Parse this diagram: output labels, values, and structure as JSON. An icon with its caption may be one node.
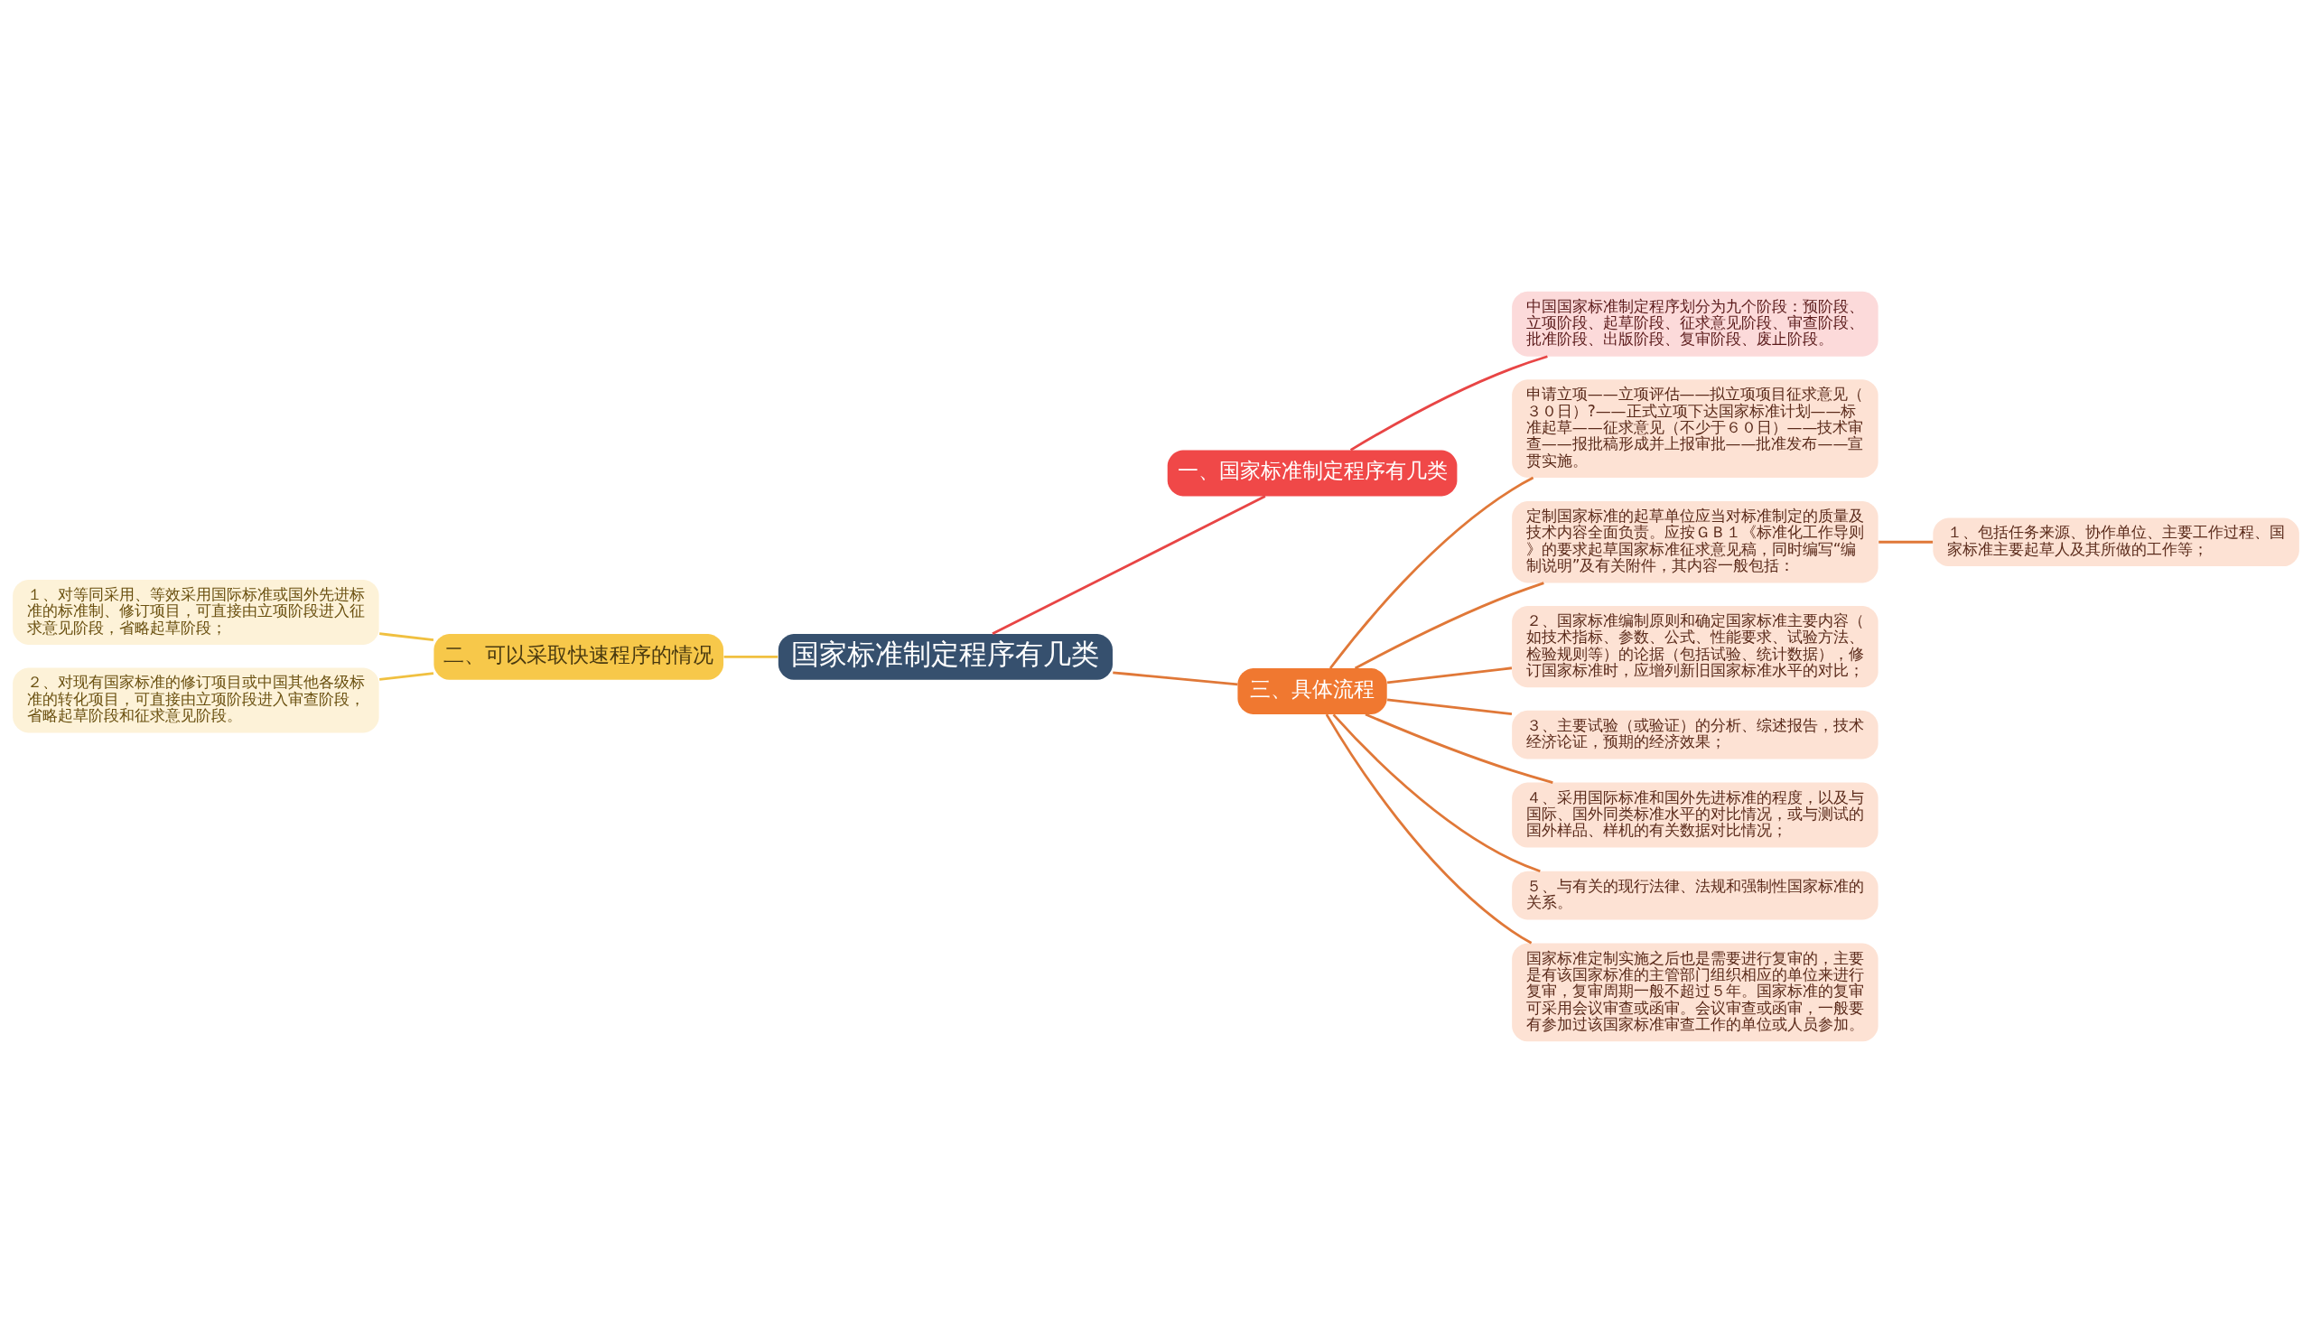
{
  "diagram": {
    "nodes": [
      {
        "text": [
          "国家标准制定程序有几类"
        ]
      },
      {
        "text": [
          "一、国家标准制定程序有几类"
        ]
      },
      {
        "text": [
          "中国国家标准制定程序划分为九个阶段：预阶段、立项阶段、起草阶段、征求意见阶段、审查阶段、批准阶段、出版阶段、复审阶段、废止阶段。"
        ]
      },
      {
        "text": [
          "二、可以采取快速程序的情况"
        ]
      },
      {
        "text": [
          "１、对等同采用、等效采用国际标准或国外先进标准的标准制、修订项目，可直接由立项阶段进入征求意见阶段，省略起草阶段；"
        ]
      },
      {
        "text": [
          "２、对现有国家标准的修订项目或中国其他各级标准的转化项目，可直接由立项阶段进入审查阶段，省略起草阶段和征求意见阶段。"
        ]
      },
      {
        "text": [
          "三、具体流程"
        ]
      },
      {
        "text": [
          "申请立项——立项评估——拟立项项目征求意见（３０日）?——正式立项下达国家标准计划——标准起草——征求意见（不少于６０日）——技术审查——报批稿形成并上报审批——批准发布——宣贯实施。"
        ]
      },
      {
        "text": [
          "定制国家标准的起草单位应当对标准制定的质量及技术内容全面负责。应按ＧＢ１《标准化工作导则》的要求起草国家标准征求意见稿，同时编写“编制说明”及有关附件，其内容一般包括："
        ]
      },
      {
        "text": [
          "１、包括任务来源、协作单位、主要工作过程、国家标准主要起草人及其所做的工作等；"
        ]
      },
      {
        "text": [
          "２、国家标准编制原则和确定国家标准主要内容（如技术指标、参数、公式、性能要求、试验方法、检验规则等）的论据（包括试验、统计数据），修订国家标准时，应增列新旧国家标准水平的对比；"
        ]
      },
      {
        "text": [
          "３、主要试验（或验证）的分析、综述报告，技术经济论证，预期的经济效果；"
        ]
      },
      {
        "text": [
          "４、采用国际标准和国外先进标准的程度，以及与国际、国外同类标准水平的对比情况，或与测试的国外样品、样机的有关数据对比情况；"
        ]
      },
      {
        "text": [
          "５、与有关的现行法律、法规和强制性国家标准的关系。"
        ]
      },
      {
        "text": [
          "国家标准定制实施之后也是需要进行复审的，主要是有该国家标准的主管部门组织相应的单位来进行复审，复审周期一般不超过５年。国家标准的复审可采用会议审查或函审。会议审查或函审，一般要有参加过该国家标准审查工作的单位或人员参加。"
        ]
      }
    ],
    "edges": [
      {
        "from": 0,
        "to": 1,
        "arrow": "none",
        "color": "#e84545"
      },
      {
        "from": 1,
        "to": 2,
        "arrow": "none",
        "color": "#e84545"
      },
      {
        "from": 0,
        "to": 3,
        "arrow": "none",
        "color": "#f0c040"
      },
      {
        "from": 3,
        "to": 4,
        "arrow": "none",
        "color": "#f0c040"
      },
      {
        "from": 3,
        "to": 5,
        "arrow": "none",
        "color": "#f0c040"
      },
      {
        "from": 0,
        "to": 6,
        "arrow": "none"
      },
      {
        "from": 6,
        "to": 7,
        "arrow": "none"
      },
      {
        "from": 6,
        "to": 8,
        "arrow": "none"
      },
      {
        "from": 8,
        "to": 9,
        "arrow": "none"
      },
      {
        "from": 6,
        "to": 10,
        "arrow": "none"
      },
      {
        "from": 6,
        "to": 11,
        "arrow": "none"
      },
      {
        "from": 6,
        "to": 12,
        "arrow": "none"
      },
      {
        "from": 6,
        "to": 13,
        "arrow": "none"
      },
      {
        "from": 6,
        "to": 14,
        "arrow": "none"
      }
    ]
  }
}
